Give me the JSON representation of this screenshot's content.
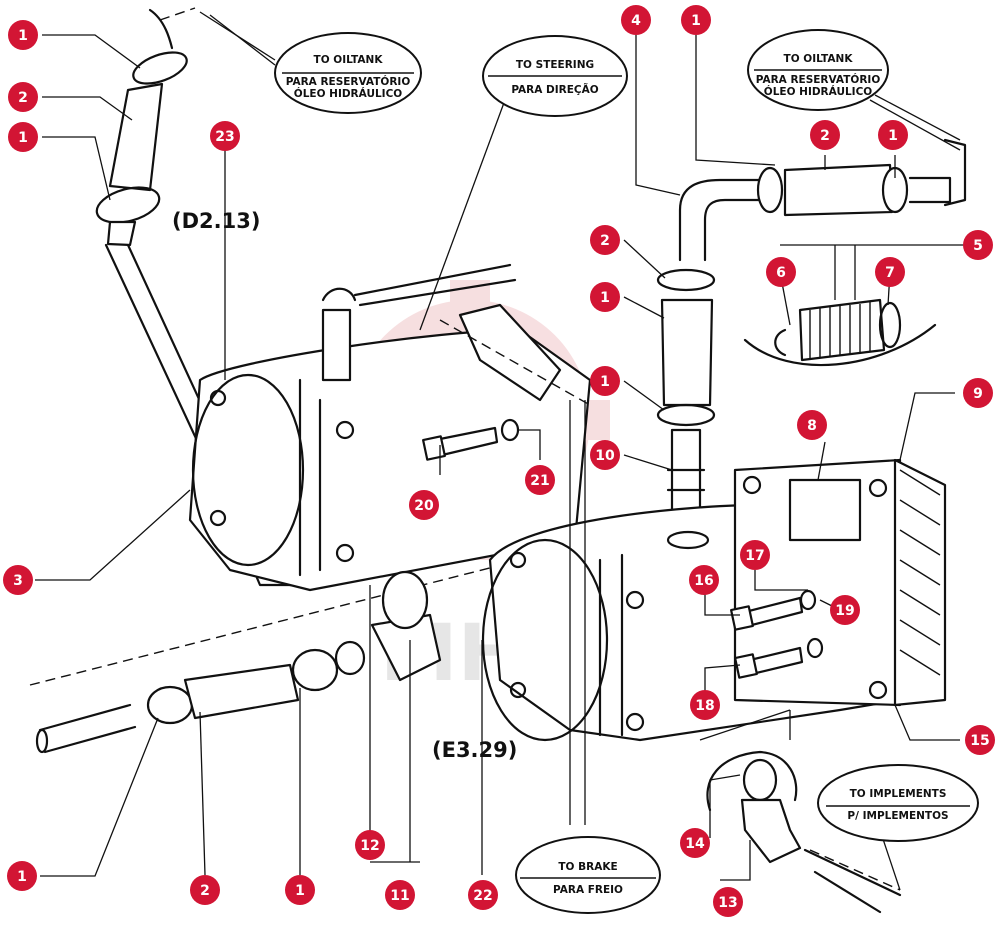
{
  "references": {
    "d213": "(D2.13)",
    "e329": "(E3.29)"
  },
  "watermark": {
    "text": "MHTEX",
    "color": "#e8a4a8"
  },
  "callouts": [
    {
      "id": "oiltank_left",
      "line1": "TO OILTANK",
      "line2": "PARA RESERVATÓRIO",
      "line3": "ÓLEO HIDRÁULICO"
    },
    {
      "id": "steering",
      "line1": "TO STEERING",
      "line2": "PARA DIREÇÃO",
      "line3": ""
    },
    {
      "id": "oiltank_right",
      "line1": "TO OILTANK",
      "line2": "PARA RESERVATÓRIO",
      "line3": "ÓLEO HIDRÁULICO"
    },
    {
      "id": "brake",
      "line1": "TO BRAKE",
      "line2": "PARA FREIO",
      "line3": ""
    },
    {
      "id": "implements",
      "line1": "TO IMPLEMENTS",
      "line2": "P/ IMPLEMENTOS",
      "line3": ""
    }
  ],
  "part_badges": [
    {
      "label": "1"
    },
    {
      "label": "2"
    },
    {
      "label": "1"
    },
    {
      "label": "23"
    },
    {
      "label": "4"
    },
    {
      "label": "1"
    },
    {
      "label": "2"
    },
    {
      "label": "1"
    },
    {
      "label": "1"
    },
    {
      "label": "2"
    },
    {
      "label": "1"
    },
    {
      "label": "5"
    },
    {
      "label": "6"
    },
    {
      "label": "7"
    },
    {
      "label": "9"
    },
    {
      "label": "8"
    },
    {
      "label": "10"
    },
    {
      "label": "20"
    },
    {
      "label": "21"
    },
    {
      "label": "17"
    },
    {
      "label": "16"
    },
    {
      "label": "19"
    },
    {
      "label": "3"
    },
    {
      "label": "18"
    },
    {
      "label": "15"
    },
    {
      "label": "14"
    },
    {
      "label": "12"
    },
    {
      "label": "13"
    },
    {
      "label": "1"
    },
    {
      "label": "2"
    },
    {
      "label": "1"
    },
    {
      "label": "11"
    },
    {
      "label": "22"
    }
  ],
  "colors": {
    "badge": "#d21534",
    "ink": "#111111",
    "background": "#ffffff"
  }
}
